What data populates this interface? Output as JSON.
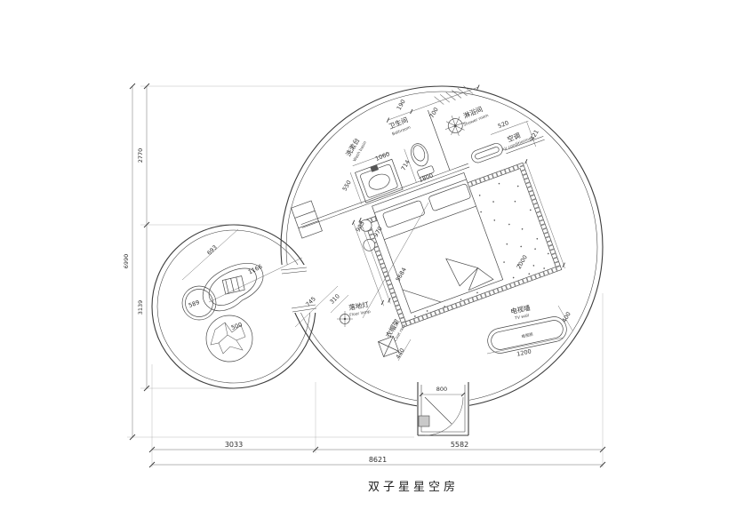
{
  "plan": {
    "title": "双子星星空房"
  },
  "overall_dimensions": {
    "total_height": "6990",
    "upper_height": "2770",
    "lower_height": "3139",
    "small_circle_width": "3033",
    "large_circle_width": "5582",
    "total_width": "8621"
  },
  "room_labels": {
    "bathroom": {
      "cn": "卫生间",
      "en": "Bathroom"
    },
    "shower": {
      "cn": "淋浴间",
      "en": "Shower room"
    },
    "washbasin": {
      "cn": "洗漱台",
      "en": "Wash basin"
    },
    "air_conditioner": {
      "cn": "空调",
      "en": "Air conditioning"
    },
    "floor_lamp": {
      "cn": "落地灯",
      "en": "Floor lamp"
    },
    "coat_rack": {
      "cn": "衣帽架",
      "en": "Coat rack"
    },
    "tv_wall": {
      "cn": "电视墙",
      "en": "TV wall"
    },
    "tv_cabinet": {
      "cn": "电视柜"
    }
  },
  "interior_dimensions": {
    "shower_width": "190",
    "bathroom_width": "700",
    "basin_width": "1060",
    "toilet_depth": "714",
    "basin_depth": "550",
    "bed_head_wall": "1800",
    "ac_width": "520",
    "ac_depth": "421",
    "bed_side_a": "903",
    "bed_side_b": "970",
    "rug_length": "2000",
    "room_diagonal": "5684",
    "passage": "745",
    "lamp_offset": "310",
    "coat_rack_depth": "440",
    "tv_offset": "400",
    "tv_length": "1200",
    "entry_width": "800",
    "table_diagonal": "693",
    "table_length": "1166",
    "stool_diameter": "589",
    "beanbag_diameter": "500"
  }
}
